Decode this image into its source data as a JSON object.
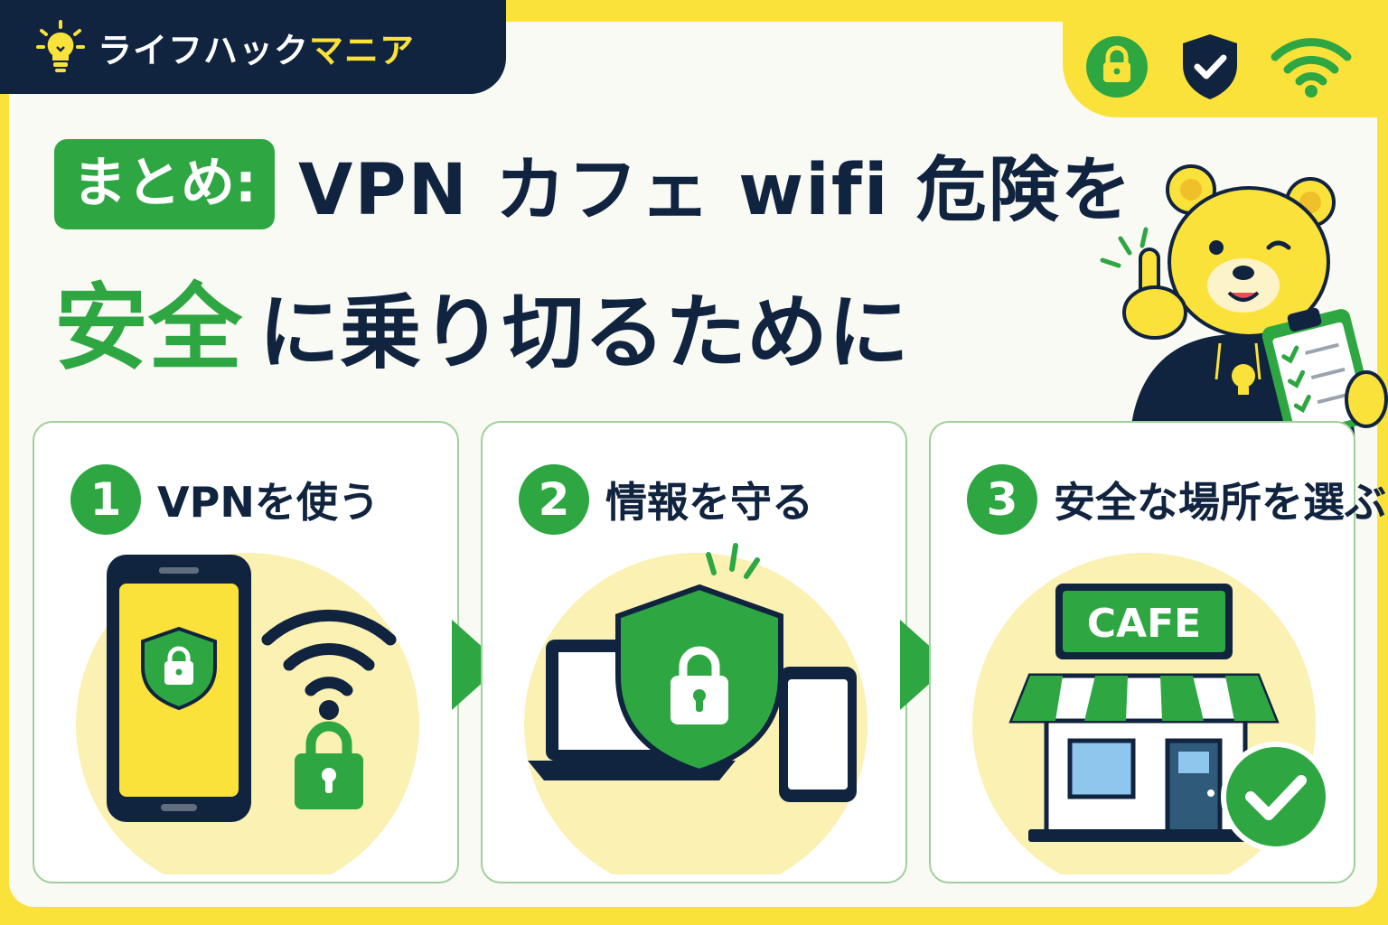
{
  "brand": {
    "name_part1": "ライフハック",
    "name_part2": "マニア"
  },
  "title": {
    "badge": "まとめ:",
    "line1": "VPN カフェ wifi 危険を",
    "line2_highlight": "安全",
    "line2_rest": "に乗り切るために"
  },
  "steps": [
    {
      "number": "1",
      "label": "VPNを使う"
    },
    {
      "number": "2",
      "label": "情報を守る"
    },
    {
      "number": "3",
      "label": "安全な場所を選ぶ"
    }
  ],
  "cafe_sign": "CAFE",
  "colors": {
    "accent_green": "#2ea743",
    "navy": "#10233f",
    "yellow": "#fbe23a"
  },
  "icons": [
    "lightbulb-icon",
    "lock-icon",
    "shield-check-icon",
    "wifi-icon",
    "check-icon"
  ]
}
